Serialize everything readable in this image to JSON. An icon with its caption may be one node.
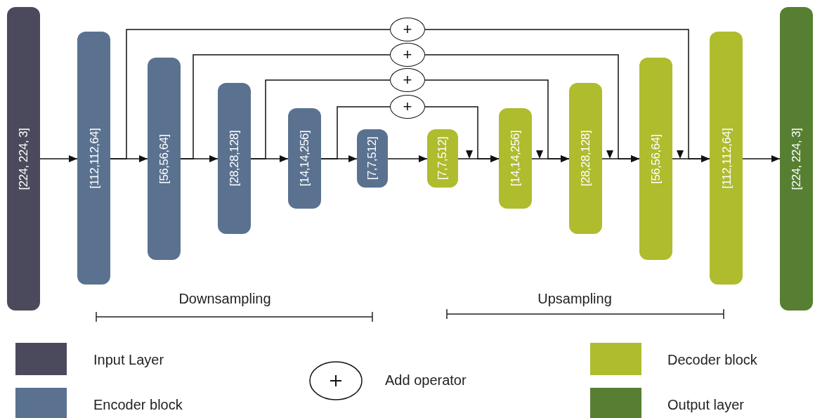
{
  "diagram": {
    "nodes": [
      {
        "text": [
          "[224, 224, 3]"
        ]
      },
      {
        "text": [
          "[112,112,64]"
        ]
      },
      {
        "text": [
          "[56,56,64]"
        ]
      },
      {
        "text": [
          "[28,28,128]"
        ]
      },
      {
        "text": [
          "[14,14,256]"
        ]
      },
      {
        "text": [
          "[7,7,512]"
        ]
      },
      {
        "text": [
          "[7,7,512]"
        ]
      },
      {
        "text": [
          "[14,14,256]"
        ]
      },
      {
        "text": [
          "[28,28,128]"
        ]
      },
      {
        "text": [
          "[56,56,64]"
        ]
      },
      {
        "text": [
          "[112,112,64]"
        ]
      },
      {
        "text": [
          "[224, 224, 3]"
        ]
      },
      {
        "text": [
          "+"
        ]
      },
      {
        "text": [
          "+"
        ]
      },
      {
        "text": [
          "+"
        ]
      },
      {
        "text": [
          "+"
        ]
      }
    ],
    "edges": [
      {
        "from": 0,
        "to": 1,
        "arrow": "to"
      },
      {
        "from": 1,
        "to": 2,
        "arrow": "to"
      },
      {
        "from": 2,
        "to": 3,
        "arrow": "to"
      },
      {
        "from": 3,
        "to": 4,
        "arrow": "to"
      },
      {
        "from": 4,
        "to": 5,
        "arrow": "to"
      },
      {
        "from": 5,
        "to": 6,
        "arrow": "to"
      },
      {
        "from": 6,
        "to": 7,
        "arrow": "to"
      },
      {
        "from": 7,
        "to": 8,
        "arrow": "to"
      },
      {
        "from": 8,
        "to": 9,
        "arrow": "to"
      },
      {
        "from": 9,
        "to": 10,
        "arrow": "to"
      },
      {
        "from": 10,
        "to": 11,
        "arrow": "to"
      },
      {
        "from": 1,
        "to": 12,
        "arrow": "none"
      },
      {
        "from": 12,
        "to": 10,
        "arrow": "to"
      },
      {
        "from": 2,
        "to": 13,
        "arrow": "none"
      },
      {
        "from": 13,
        "to": 9,
        "arrow": "to"
      },
      {
        "from": 3,
        "to": 14,
        "arrow": "none"
      },
      {
        "from": 14,
        "to": 8,
        "arrow": "to"
      },
      {
        "from": 4,
        "to": 15,
        "arrow": "none"
      },
      {
        "from": 15,
        "to": 7,
        "arrow": "to"
      }
    ],
    "labels": [
      "Downsampling",
      "Upsampling"
    ],
    "legend": [
      {
        "text": "Input Layer",
        "color": "#4b4a5c"
      },
      {
        "text": "Encoder block",
        "color": "#5a7290"
      },
      {
        "text": "Add operator"
      },
      {
        "text": "Decoder block",
        "color": "#aebc2e"
      },
      {
        "text": "Output layer",
        "color": "#567f32"
      }
    ]
  }
}
